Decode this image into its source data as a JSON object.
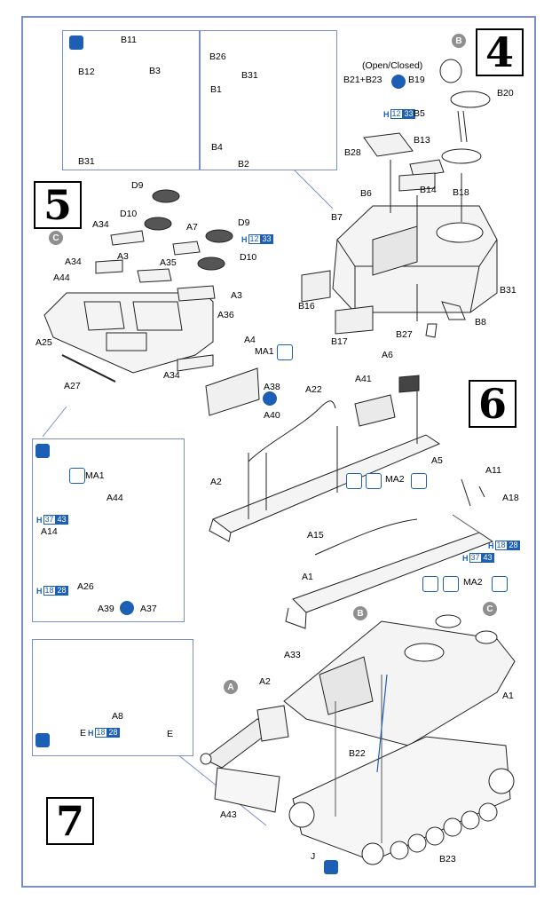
{
  "steps": {
    "s4": "4",
    "s5": "5",
    "s6": "6",
    "s7": "7"
  },
  "circles": {
    "b_top": "B",
    "c_step5": "C",
    "b_step7": "B",
    "c_step7": "C",
    "a_step7": "A"
  },
  "step4": {
    "open_closed": "(Open/Closed)",
    "b21_b23": "B21+B23",
    "labels": {
      "b19": "B19",
      "b20": "B20",
      "b5": "B5",
      "b13": "B13",
      "b28": "B28",
      "b6": "B6",
      "b14": "B14",
      "b18": "B18",
      "b7": "B7",
      "b31": "B31",
      "b16": "B16",
      "b17": "B17",
      "b27": "B27",
      "b8": "B8"
    },
    "h_b5": {
      "h": "H",
      "n1": "12",
      "n2": "33"
    }
  },
  "inset_top_left": {
    "b11": "B11",
    "b12": "B12",
    "b3": "B3",
    "b31": "B31"
  },
  "inset_top_mid": {
    "b26": "B26",
    "b31": "B31",
    "b1": "B1",
    "b4": "B4",
    "b2": "B2"
  },
  "step5": {
    "labels": {
      "d9": "D9",
      "d10": "D10",
      "a34a": "A34",
      "a7": "A7",
      "d9b": "D9",
      "a3a": "A3",
      "a35": "A35",
      "d10b": "D10",
      "a34b": "A34",
      "a44": "A44",
      "a3b": "A3",
      "a36": "A36",
      "a25": "A25",
      "a4": "A4",
      "ma1": "MA1",
      "a27": "A27",
      "a34c": "A34",
      "a38": "A38",
      "a40": "A40"
    },
    "h_d9": {
      "h": "H",
      "n1": "12",
      "n2": "33"
    }
  },
  "inset_step5": {
    "ma1": "MA1",
    "a44": "A44",
    "a14": "A14",
    "a26": "A26",
    "a39": "A39",
    "a37": "A37",
    "h1": {
      "h": "H",
      "n1": "37",
      "n2": "43"
    },
    "h2": {
      "h": "H",
      "n1": "18",
      "n2": "28"
    }
  },
  "step6": {
    "labels": {
      "a6": "A6",
      "a41": "A41",
      "a22": "A22",
      "a2": "A2",
      "ma2a": "MA2",
      "a5": "A5",
      "a11": "A11",
      "a18": "A18",
      "a15": "A15",
      "a1": "A1",
      "ma2b": "MA2"
    },
    "h1": {
      "h": "H",
      "n1": "18",
      "n2": "28"
    },
    "h2": {
      "h": "H",
      "n1": "37",
      "n2": "43"
    }
  },
  "inset_step7": {
    "a8": "A8",
    "e_left": "E",
    "e_right": "E",
    "h": {
      "h": "H",
      "n1": "18",
      "n2": "28"
    }
  },
  "step7": {
    "a33": "A33",
    "a2": "A2",
    "a1": "A1",
    "b22": "B22",
    "a43": "A43",
    "j": "J",
    "b23": "B23"
  },
  "colors": {
    "accent_blue": "#1d5fb4",
    "frame_blue": "#7a8fc8",
    "letter_grey": "#8f8f8f"
  }
}
